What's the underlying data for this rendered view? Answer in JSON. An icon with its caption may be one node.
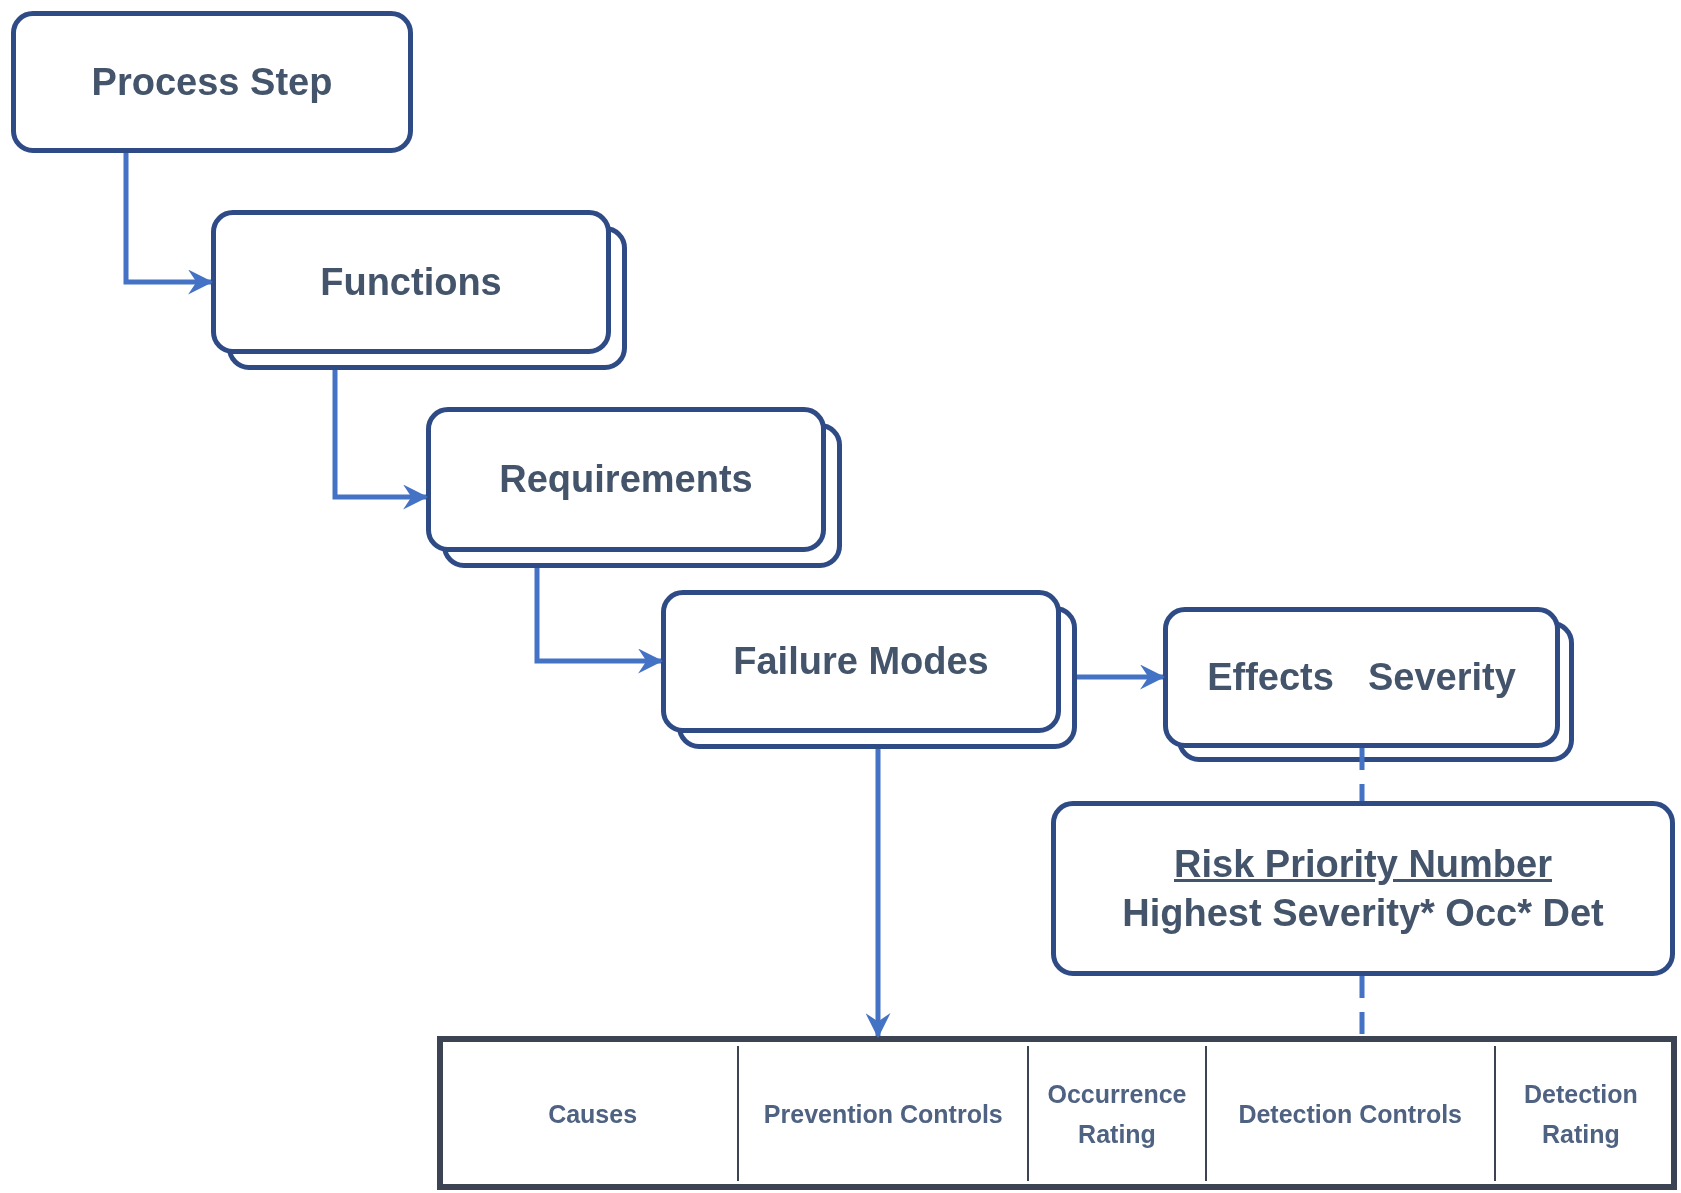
{
  "diagram": {
    "nodes": [
      {
        "text": [
          "Process Step"
        ]
      },
      {
        "text": [
          "Functions"
        ]
      },
      {
        "text": [
          "Requirements"
        ]
      },
      {
        "text": [
          "Failure Modes"
        ]
      },
      {
        "text": [
          "Effects",
          "Severity"
        ]
      },
      {
        "text": [
          "Risk Priority Number",
          "Highest Severity* Occ* Det"
        ]
      },
      {
        "text": [
          "Causes",
          "Prevention Controls",
          "Occurrence Rating",
          "Detection Controls",
          "Detection Rating"
        ]
      }
    ],
    "edges": [
      {
        "from": 0,
        "to": 1,
        "arrow": "to"
      },
      {
        "from": 1,
        "to": 2,
        "arrow": "to"
      },
      {
        "from": 2,
        "to": 3,
        "arrow": "to"
      },
      {
        "from": 3,
        "to": 4,
        "arrow": "to"
      },
      {
        "from": 3,
        "to": 6,
        "arrow": "to"
      },
      {
        "from": 4,
        "to": 5,
        "arrow": "none",
        "style": "dashed"
      },
      {
        "from": 5,
        "to": 6,
        "arrow": "none",
        "style": "dashed"
      }
    ]
  }
}
